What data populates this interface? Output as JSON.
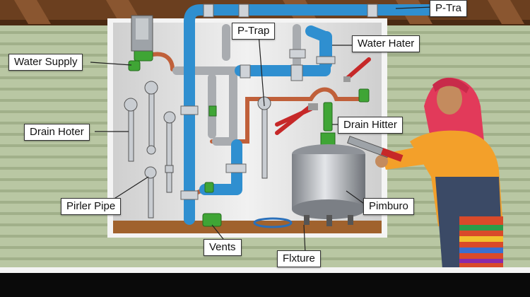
{
  "callouts": {
    "p_tra": "P-Tra",
    "p_trap": "P-Trap",
    "water_supply": "Water Supply",
    "water_hater": "Water Hater",
    "drain_hoter": "Drain Hoter",
    "drain_hitter": "Drain Hitter",
    "pirler_pipe": "Pirler Pipe",
    "pimburo": "Pimburo",
    "vents": "Vents",
    "flxture": "Flxture"
  },
  "colors": {
    "siding": "#b9c7a3",
    "blue_pipe": "#2f8fd0",
    "copper_pipe": "#c0603a",
    "green_fitting": "#3fa535",
    "wall_panel": "#e8e8e8",
    "heater_tank": "#b8bcc2",
    "shirt": "#f3a02a",
    "headscarf": "#e23a5a"
  }
}
